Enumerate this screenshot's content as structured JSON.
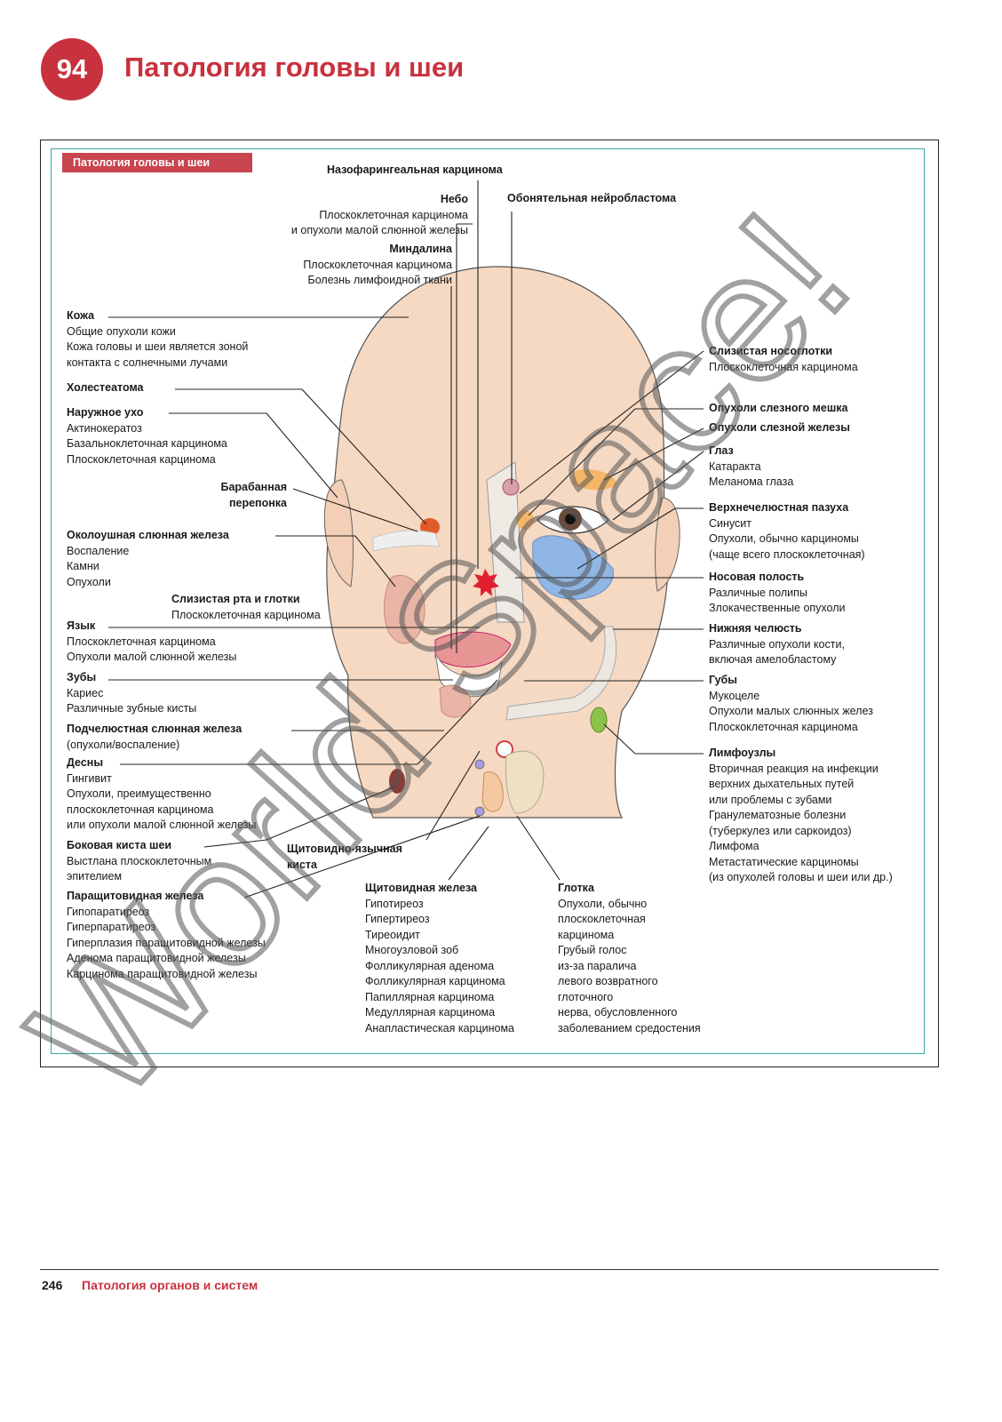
{
  "header": {
    "chapter_number": "94",
    "title": "Патология головы и шеи"
  },
  "figure": {
    "tag": "Патология головы и шеи",
    "labels": {
      "nasopharyngeal": {
        "heading": "Назофарингеальная карцинома",
        "lines": []
      },
      "palate": {
        "heading": "Небо",
        "lines": [
          "Плоскоклеточная карцинома",
          "и опухоли малой слюнной железы"
        ]
      },
      "tonsil": {
        "heading": "Миндалина",
        "lines": [
          "Плоскоклеточная карцинома",
          "Болезнь лимфоидной ткани"
        ]
      },
      "olfactory": {
        "heading": "Обонятельная нейробластома",
        "lines": []
      },
      "skin": {
        "heading": "Кожа",
        "lines": [
          "Общие опухоли кожи",
          "Кожа головы и шеи является зоной",
          "контакта с солнечными лучами"
        ]
      },
      "cholesteatoma": {
        "heading": "Холестеатома",
        "lines": []
      },
      "outer_ear": {
        "heading": "Наружное ухо",
        "lines": [
          "Актинокератоз",
          "Базальноклеточная карцинома",
          "Плоскоклеточная карцинома"
        ]
      },
      "eardrum": {
        "heading": "Барабанная",
        "lines": [
          "перепонка"
        ]
      },
      "parotid": {
        "heading": "Околоушная слюнная железа",
        "lines": [
          "Воспаление",
          "Камни",
          "Опухоли"
        ]
      },
      "oral_mucosa": {
        "heading": "Слизистая рта и глотки",
        "lines": [
          "Плоскоклеточная карцинома"
        ]
      },
      "tongue": {
        "heading": "Язык",
        "lines": [
          "Плоскоклеточная карцинома",
          "Опухоли малой слюнной железы"
        ]
      },
      "teeth": {
        "heading": "Зубы",
        "lines": [
          "Кариес",
          "Различные зубные кисты"
        ]
      },
      "submandibular": {
        "heading": "Подчелюстная слюнная железа",
        "lines": [
          "(опухоли/воспаление)"
        ]
      },
      "gums": {
        "heading": "Десны",
        "lines": [
          "Гингивит",
          "Опухоли, преимущественно",
          "плоскоклеточная карцинома",
          "или опухоли малой слюнной железы"
        ]
      },
      "lateral_cyst": {
        "heading": "Боковая киста шеи",
        "lines": [
          "Выстлана плоскоклеточным",
          "эпителием"
        ]
      },
      "thyroglossal": {
        "heading": "Щитовидно-язычная",
        "lines": [
          "киста"
        ]
      },
      "parathyroid": {
        "heading": "Паращитовидная железа",
        "lines": [
          "Гипопаратиреоз",
          "Гиперпаратиреоз",
          "Гиперплазия паращитовидной железы",
          "Аденома паращитовидной железы",
          "Карцинома паращитовидной железы"
        ]
      },
      "thyroid": {
        "heading": "Щитовидная железа",
        "lines": [
          "Гипотиреоз",
          "Гипертиреоз",
          "Тиреоидит",
          "Многоузловой зоб",
          "Фолликулярная аденома",
          "Фолликулярная карцинома",
          "Папиллярная карцинома",
          "Медуллярная карцинома",
          "Анапластическая карцинома"
        ]
      },
      "larynx": {
        "heading": "Глотка",
        "lines": [
          "Опухоли, обычно",
          "плоскоклеточная",
          "карцинома",
          "Грубый голос",
          "из-за паралича",
          "левого возвратного",
          "глоточного",
          "нерва, обусловленного",
          "заболеванием средостения"
        ]
      },
      "nasopharynx_mucosa": {
        "heading": "Слизистая носоглотки",
        "lines": [
          "Плоскоклеточная карцинома"
        ]
      },
      "lacrimal_sac": {
        "heading": "Опухоли слезного мешка",
        "lines": []
      },
      "lacrimal_gland": {
        "heading": "Опухоли слезной железы",
        "lines": []
      },
      "eye": {
        "heading": "Глаз",
        "lines": [
          "Катаракта",
          "Меланома глаза"
        ]
      },
      "maxillary": {
        "heading": "Верхнечелюстная пазуха",
        "lines": [
          "Синусит",
          "Опухоли, обычно карциномы",
          "(чаще всего плоскоклеточная)"
        ]
      },
      "nasal": {
        "heading": "Носовая полость",
        "lines": [
          "Различные полипы",
          "Злокачественные опухоли"
        ]
      },
      "mandible": {
        "heading": "Нижняя челюсть",
        "lines": [
          "Различные опухоли кости,",
          "включая амелобластому"
        ]
      },
      "lips": {
        "heading": "Губы",
        "lines": [
          "Мукоцеле",
          "Опухоли малых слюнных желез",
          "Плоскоклеточная карцинома"
        ]
      },
      "lymph": {
        "heading": "Лимфоузлы",
        "lines": [
          "Вторичная реакция на инфекции",
          "верхних дыхательных путей",
          "или проблемы с зубами",
          "Гранулематозные болезни",
          "(туберкулез или саркоидоз)",
          "Лимфома",
          "Метастатические карциномы",
          "(из опухолей головы и шеи или др.)"
        ]
      }
    }
  },
  "footer": {
    "page_number": "246",
    "section": "Патология органов и систем"
  },
  "watermark": "World Space!",
  "colors": {
    "accent": "#c8313e",
    "teal": "#3aa7a3",
    "skin": "#f6d9c3"
  }
}
